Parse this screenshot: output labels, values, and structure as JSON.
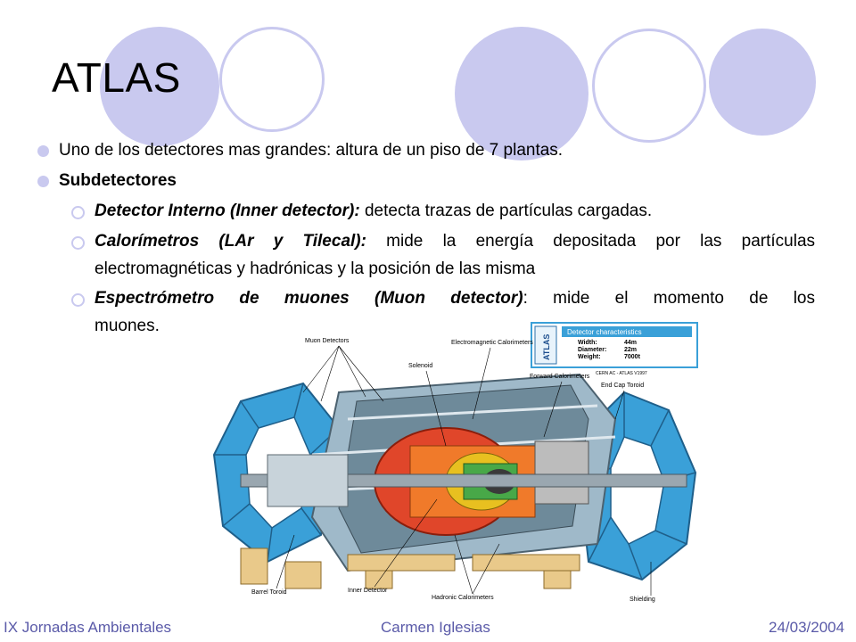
{
  "slide": {
    "title": "ATLAS",
    "bullets": [
      {
        "text": "Uno de los detectores mas grandes: altura de un piso de 7 plantas."
      },
      {
        "text": "Subdetectores"
      }
    ],
    "sub_bullets": [
      {
        "bold": "Detector Interno (Inner detector):",
        "rest": " detecta trazas de partículas cargadas."
      },
      {
        "bold": "Calorímetros (LAr y Tilecal):",
        "rest": " mide la energía depositada por las partículas",
        "line2": "electromagnéticas y hadrónicas y la posición de las misma"
      },
      {
        "bold": "Espectrómetro de muones (Muon detector)",
        "rest": ": mide el momento de los",
        "line2": "muones."
      }
    ]
  },
  "figure": {
    "labels": {
      "muon": "Muon Detectors",
      "em": "Electromagnetic Calorimeters",
      "solenoid": "Solenoid",
      "forward": "Forward Calorimeters",
      "endcap": "End Cap Toroid",
      "barrel": "Barrel Toroid",
      "inner": "Inner Detector",
      "hadronic": "Hadronic Calorimeters",
      "shielding": "Shielding"
    },
    "characteristics": {
      "logo": "ATLAS",
      "heading": "Detector characteristics",
      "rows": [
        {
          "k": "Width:",
          "v": "44m"
        },
        {
          "k": "Diameter:",
          "v": "22m"
        },
        {
          "k": "Weight:",
          "v": "7000t"
        }
      ],
      "credit": "CERN AC - ATLAS V1997"
    }
  },
  "footer": {
    "left": "IX Jornadas Ambientales",
    "center": "Carmen Iglesias",
    "right": "24/03/2004"
  },
  "colors": {
    "accent": "#c9c9ef",
    "footer_text": "#5a5aa8",
    "detector_blue": "#3aa0d8"
  }
}
